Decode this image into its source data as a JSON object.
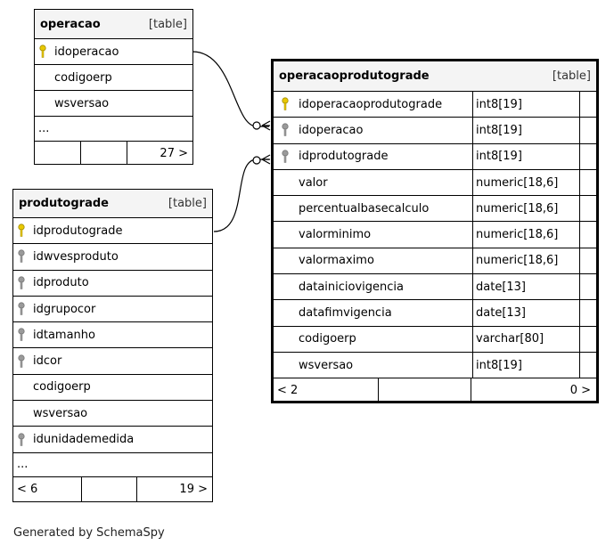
{
  "tables": {
    "operacao": {
      "name": "operacao",
      "tag": "[table]",
      "rows": [
        {
          "col": "idoperacao",
          "key": "pk"
        },
        {
          "col": "codigoerp",
          "key": ""
        },
        {
          "col": "wsversao",
          "key": ""
        }
      ],
      "ellipsis": "...",
      "foot_left": "",
      "foot_right": "27 >"
    },
    "produtograde": {
      "name": "produtograde",
      "tag": "[table]",
      "rows": [
        {
          "col": "idprodutograde",
          "key": "pk"
        },
        {
          "col": "idwvesproduto",
          "key": "fk"
        },
        {
          "col": "idproduto",
          "key": "fk"
        },
        {
          "col": "idgrupocor",
          "key": "fk"
        },
        {
          "col": "idtamanho",
          "key": "fk"
        },
        {
          "col": "idcor",
          "key": "fk"
        },
        {
          "col": "codigoerp",
          "key": ""
        },
        {
          "col": "wsversao",
          "key": ""
        },
        {
          "col": "idunidademedida",
          "key": "fk"
        }
      ],
      "ellipsis": "...",
      "foot_left": "< 6",
      "foot_right": "19 >"
    },
    "operacaoprodutograde": {
      "name": "operacaoprodutograde",
      "tag": "[table]",
      "rows": [
        {
          "col": "idoperacaoprodutograde",
          "type": "int8[19]",
          "key": "pk"
        },
        {
          "col": "idoperacao",
          "type": "int8[19]",
          "key": "fk"
        },
        {
          "col": "idprodutograde",
          "type": "int8[19]",
          "key": "fk"
        },
        {
          "col": "valor",
          "type": "numeric[18,6]",
          "key": ""
        },
        {
          "col": "percentualbasecalculo",
          "type": "numeric[18,6]",
          "key": ""
        },
        {
          "col": "valorminimo",
          "type": "numeric[18,6]",
          "key": ""
        },
        {
          "col": "valormaximo",
          "type": "numeric[18,6]",
          "key": ""
        },
        {
          "col": "datainiciovigencia",
          "type": "date[13]",
          "key": ""
        },
        {
          "col": "datafimvigencia",
          "type": "date[13]",
          "key": ""
        },
        {
          "col": "codigoerp",
          "type": "varchar[80]",
          "key": ""
        },
        {
          "col": "wsversao",
          "type": "int8[19]",
          "key": ""
        }
      ],
      "foot_left": "< 2",
      "foot_right": "0 >"
    }
  },
  "footer": "Generated by SchemaSpy",
  "colors": {
    "pk_key": "#e8c800",
    "fk_key": "#9a9a9a",
    "header_bg": "#f4f4f4"
  }
}
